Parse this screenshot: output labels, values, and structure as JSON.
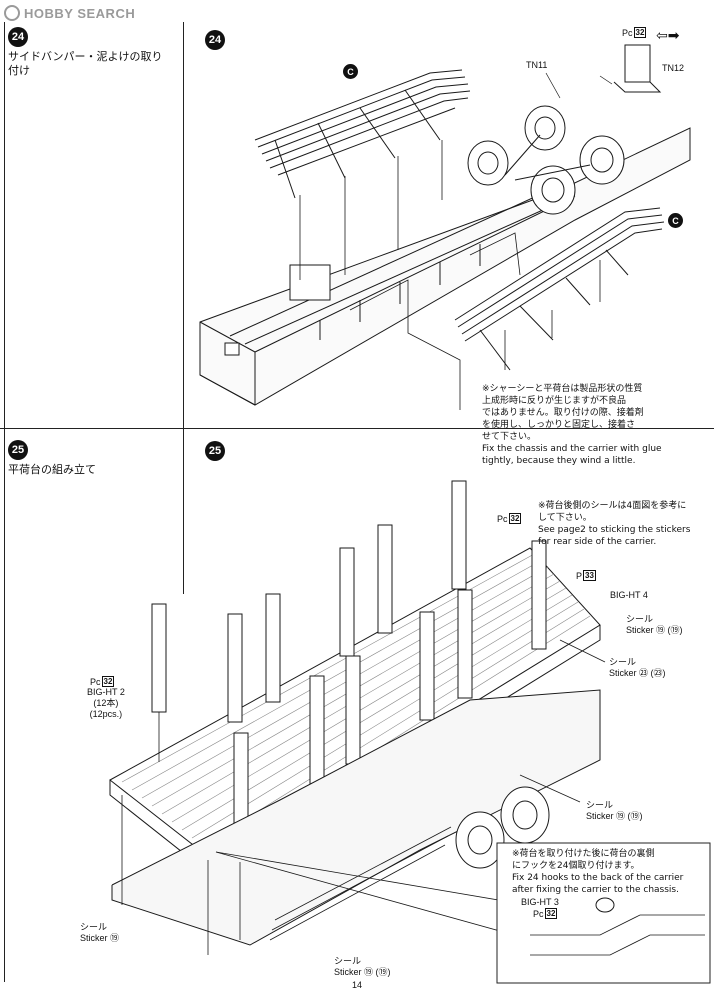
{
  "header": {
    "brand": "HOBBY SEARCH"
  },
  "steps": [
    {
      "number": "24",
      "title_line1": "サイドバンパー・泥よけの取り",
      "title_line2": "付け"
    },
    {
      "number": "25",
      "title": "平荷台の組み立て"
    }
  ],
  "diagram24": {
    "tag_c": "C",
    "tag_c2": "C",
    "tn11": "TN11",
    "tn12": "TN12",
    "part_ref": "Pc",
    "part_ref_num": "32",
    "note_jp": [
      "※シャーシーと平荷台は製品形状の性質",
      "上成形時に反りが生じますが不良品",
      "ではありません。取り付けの際、接着剤",
      "を使用し、しっかりと固定し、接着さ",
      "せて下さい。"
    ],
    "note_en": [
      "Fix the chassis and the carrier with glue",
      "tightly, because they wind a little."
    ]
  },
  "diagram25": {
    "note_jp": [
      "※荷台後側のシールは4面図を参考に",
      "して下さい。"
    ],
    "note_en": [
      "See page2 to sticking the stickers",
      "for rear side of the carrier."
    ],
    "ref_pc32": "Pc",
    "ref_pc32_num": "32",
    "ref_ph": "P",
    "ref_ph_num": "33",
    "big_ht4": "BIG-HT 4",
    "big_ht2": "BIG-HT 2",
    "big_ht2_jp": "(12本)",
    "big_ht2_en": "(12pcs.)",
    "seal": "シール",
    "sticker": "Sticker",
    "sticker_nums": [
      "⑲ (⑲)",
      "㉓ (㉓)",
      "⑲ (⑲)",
      "⑲",
      "⑲ (⑲)"
    ],
    "inset_note_jp": [
      "※荷台を取り付けた後に荷台の裏側",
      "にフックを24個取り付けます。"
    ],
    "inset_note_en": [
      "Fix 24 hooks to the back of the carrier",
      "after fixing the carrier to the chassis."
    ],
    "big_ht3": "BIG-HT 3"
  },
  "footer": {
    "page": "14"
  }
}
